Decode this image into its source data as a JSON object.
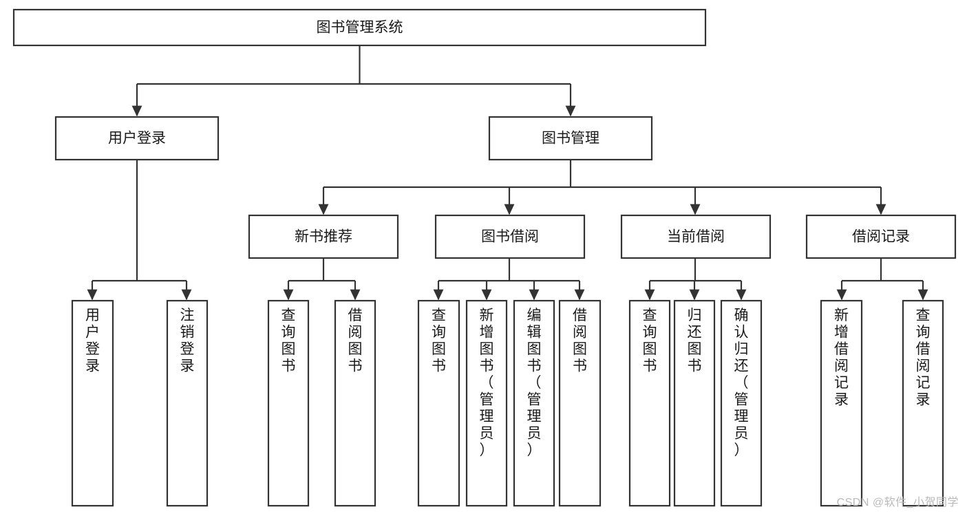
{
  "diagram": {
    "type": "tree",
    "title": "图书管理系统",
    "watermark": "CSDN @软件_小贺同学",
    "colors": {
      "box_stroke": "#333333",
      "box_fill": "#ffffff",
      "text": "#1a1a1a",
      "background": "#ffffff",
      "watermark": "#b9b9b9"
    },
    "levels": [
      {
        "level": 0,
        "orientation": "horizontal",
        "nodes": [
          {
            "id": "root",
            "label": "图书管理系统"
          }
        ]
      },
      {
        "level": 1,
        "orientation": "horizontal",
        "nodes": [
          {
            "id": "n-user-login",
            "label": "用户登录",
            "parent": "root"
          },
          {
            "id": "n-book-manage",
            "label": "图书管理",
            "parent": "root"
          }
        ]
      },
      {
        "level": 2,
        "orientation": "horizontal",
        "nodes": [
          {
            "id": "n-new-book",
            "label": "新书推荐",
            "parent": "n-book-manage"
          },
          {
            "id": "n-borrow",
            "label": "图书借阅",
            "parent": "n-book-manage"
          },
          {
            "id": "n-current",
            "label": "当前借阅",
            "parent": "n-book-manage"
          },
          {
            "id": "n-records",
            "label": "借阅记录",
            "parent": "n-book-manage"
          }
        ]
      },
      {
        "level": 3,
        "orientation": "vertical",
        "nodes": [
          {
            "id": "l1",
            "label": "用户登录",
            "parent": "n-user-login"
          },
          {
            "id": "l2",
            "label": "注销登录",
            "parent": "n-user-login"
          },
          {
            "id": "l3",
            "label": "查询图书",
            "parent": "n-new-book"
          },
          {
            "id": "l4",
            "label": "借阅图书",
            "parent": "n-new-book"
          },
          {
            "id": "l5",
            "label": "查询图书",
            "parent": "n-borrow"
          },
          {
            "id": "l6",
            "label": "新增图书（管理员）",
            "parent": "n-borrow"
          },
          {
            "id": "l7",
            "label": "编辑图书（管理员）",
            "parent": "n-borrow"
          },
          {
            "id": "l8",
            "label": "借阅图书",
            "parent": "n-borrow"
          },
          {
            "id": "l9",
            "label": "查询图书",
            "parent": "n-current"
          },
          {
            "id": "l10",
            "label": "归还图书",
            "parent": "n-current"
          },
          {
            "id": "l11",
            "label": "确认归还（管理员）",
            "parent": "n-current"
          },
          {
            "id": "l12",
            "label": "新增借阅记录",
            "parent": "n-records"
          },
          {
            "id": "l13",
            "label": "查询借阅记录",
            "parent": "n-records"
          }
        ]
      }
    ]
  }
}
